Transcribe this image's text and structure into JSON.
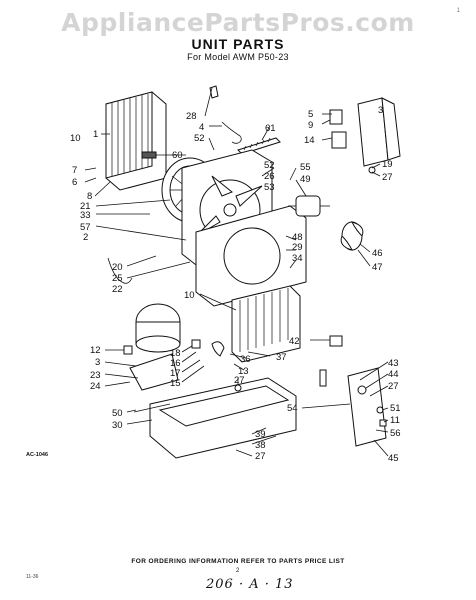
{
  "header": {
    "watermark": "AppliancePartsPros.com",
    "title": "UNIT PARTS",
    "subtitle": "For Model AWM P50-23",
    "corner_mark": "1"
  },
  "ref_code": "AC-1046",
  "footer": {
    "ordering_note": "FOR ORDERING INFORMATION REFER TO PARTS PRICE LIST",
    "page_number": "2",
    "stamp": "206 · A · 13",
    "left_code": "11-36"
  },
  "callouts": {
    "l28": "28",
    "l4": "4",
    "l52a": "52",
    "l61": "61",
    "l60": "60",
    "l10a": "10",
    "l1": "1",
    "l7": "7",
    "l6": "6",
    "l8": "8",
    "l21": "21",
    "l33": "33",
    "l57": "57",
    "l2": "2",
    "l20": "20",
    "l25": "25",
    "l22": "22",
    "l5": "5",
    "l9": "9",
    "l14": "14",
    "l3a": "3",
    "l19": "19",
    "l27a": "27",
    "l55": "55",
    "l49": "49",
    "l52b": "52",
    "l26": "26",
    "l53": "53",
    "l48": "48",
    "l29": "29",
    "l34": "34",
    "l46": "46",
    "l47": "47",
    "l10b": "10",
    "l42": "42",
    "l12": "12",
    "l3b": "3",
    "l23": "23",
    "l24": "24",
    "l18": "18",
    "l16": "16",
    "l17": "17",
    "l15": "15",
    "l36": "36",
    "l37": "37",
    "l13": "13",
    "l27b": "27",
    "l43": "43",
    "l44": "44",
    "l27c": "27",
    "l54": "54",
    "l51": "51",
    "l11": "11",
    "l56": "56",
    "l45": "45",
    "l50": "50",
    "l30": "30",
    "l39": "39",
    "l38": "38",
    "l27d": "27"
  }
}
